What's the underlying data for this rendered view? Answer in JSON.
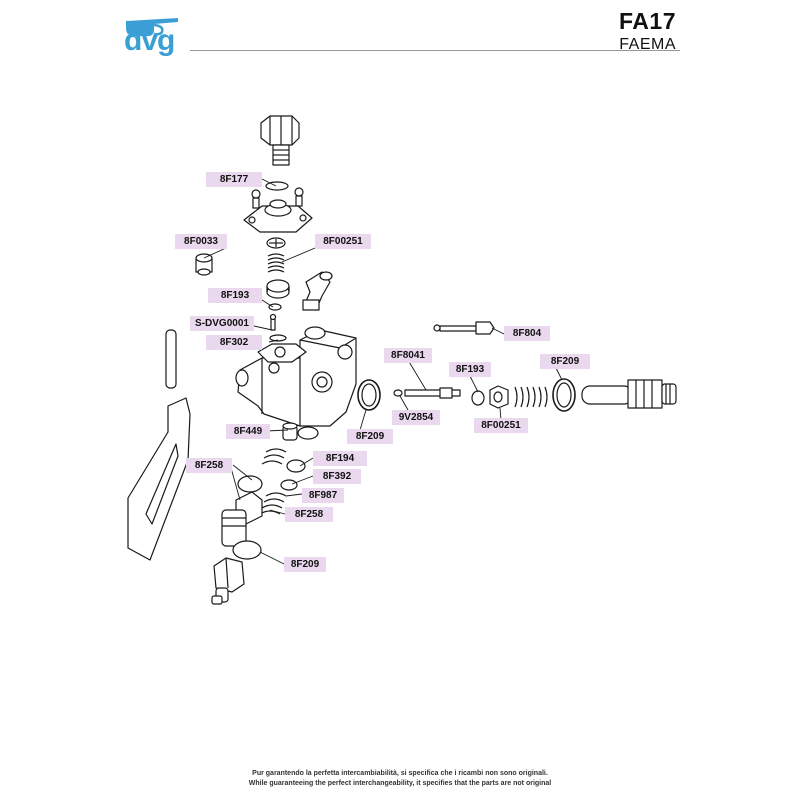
{
  "header": {
    "logo_text": "dvg",
    "model": "FA17",
    "brand": "FAEMA"
  },
  "colors": {
    "brand_blue": "#3b9fd6",
    "label_fill": "#ead9ee",
    "stroke": "#1a1a1a"
  },
  "labels": {
    "p8F177": "8F177",
    "p8F0033": "8F0033",
    "p8F00251_top": "8F00251",
    "p8F193_left": "8F193",
    "pSDVG0001": "S-DVG0001",
    "p8F302": "8F302",
    "p8F804": "8F804",
    "p8F8041": "8F8041",
    "p8F193_right": "8F193",
    "p8F209_right": "8F209",
    "p9V2854": "9V2854",
    "p8F00251_right": "8F00251",
    "p8F209_mid": "8F209",
    "p8F449": "8F449",
    "p8F194": "8F194",
    "p8F258_top": "8F258",
    "p8F392": "8F392",
    "p8F987": "8F987",
    "p8F258_bottom": "8F258",
    "p8F209_bottom": "8F209"
  },
  "footer": {
    "line1": "Pur garantendo la perfetta intercambiabilità, si specifica che i ricambi non sono originali.",
    "line2": "While guaranteeing the perfect interchangeability, it specifies that the parts are not original"
  }
}
